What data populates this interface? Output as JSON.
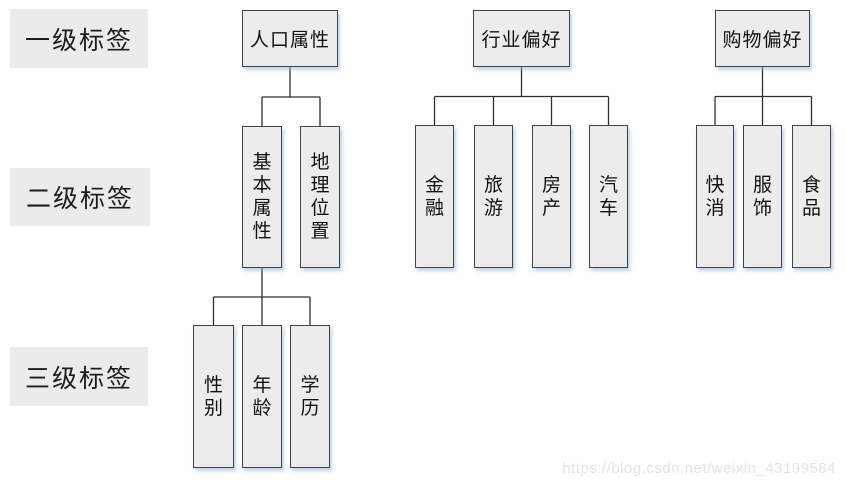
{
  "row_labels": [
    {
      "text": "一级标签"
    },
    {
      "text": "二级标签"
    },
    {
      "text": "三级标签"
    }
  ],
  "groups": [
    {
      "root": "人口属性",
      "children": [
        {
          "label": "基本属性",
          "children": [
            {
              "label": "性别"
            },
            {
              "label": "年龄"
            },
            {
              "label": "学历"
            }
          ]
        },
        {
          "label": "地理位置"
        }
      ]
    },
    {
      "root": "行业偏好",
      "children": [
        {
          "label": "金融"
        },
        {
          "label": "旅游"
        },
        {
          "label": "房产"
        },
        {
          "label": "汽车"
        }
      ]
    },
    {
      "root": "购物偏好",
      "children": [
        {
          "label": "快消"
        },
        {
          "label": "服饰"
        },
        {
          "label": "食品"
        }
      ]
    }
  ],
  "watermark": "https://blog.csdn.net/weixin_43199584",
  "colors": {
    "node_fill": "#ececec",
    "node_border": "#424242",
    "row_label_bg": "#ebebeb",
    "shadow": "#94aed2",
    "line": "#2f2f2f",
    "watermark_text": "#e4e4e4"
  }
}
